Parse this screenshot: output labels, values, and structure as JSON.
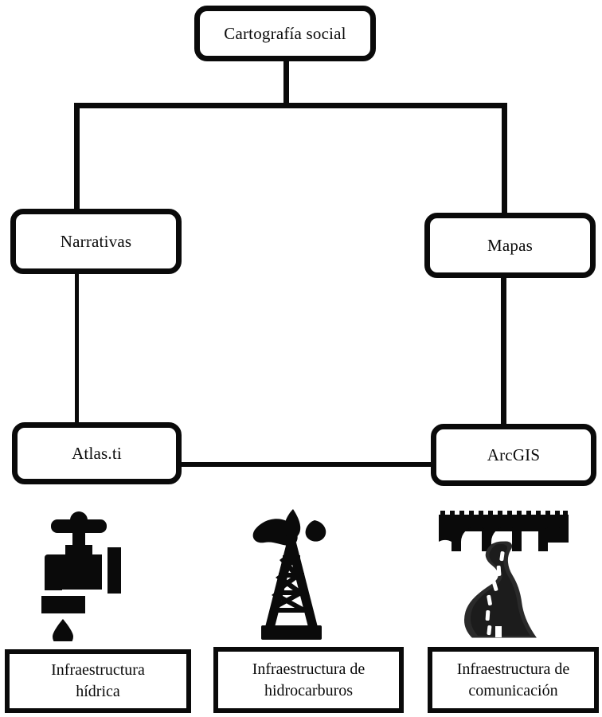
{
  "diagram": {
    "title_node": {
      "label": "Cartografía social"
    },
    "level2": [
      {
        "id": "narrativas",
        "label": "Narrativas"
      },
      {
        "id": "mapas",
        "label": "Mapas"
      }
    ],
    "level3": [
      {
        "id": "atlas",
        "label": "Atlas.ti"
      },
      {
        "id": "arcgis",
        "label": "ArcGIS"
      }
    ],
    "infrastructure": [
      {
        "id": "hidrica",
        "icon": "faucet-water-drop-icon",
        "label_line1": "Infraestructura",
        "label_line2": "hídrica"
      },
      {
        "id": "hidrocarburos",
        "icon": "oil-derrick-icon",
        "label_line1": "Infraestructura de",
        "label_line2": "hidrocarburos"
      },
      {
        "id": "comunicacion",
        "icon": "road-bridge-icon",
        "label_line1": "Infraestructura de",
        "label_line2": "comunicación"
      }
    ],
    "colors": {
      "stroke": "#0a0a0a",
      "background": "#ffffff",
      "icon_fill": "#0a0a0a",
      "road_fill": "#1c1c1c",
      "road_marking": "#ffffff"
    }
  }
}
